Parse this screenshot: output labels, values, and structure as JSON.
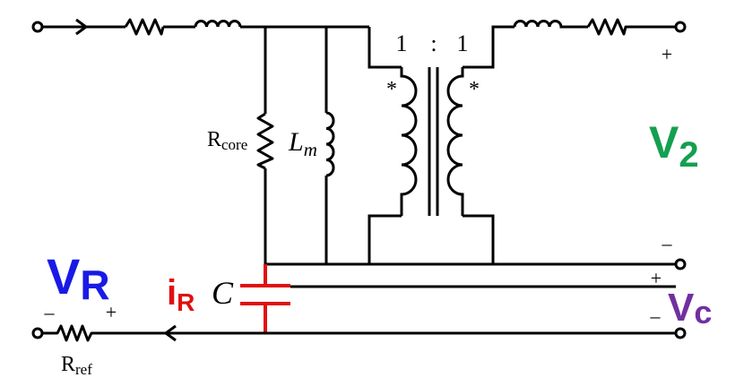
{
  "labels": {
    "ratio_left": "1",
    "ratio_colon": ":",
    "ratio_right": "1",
    "dot_primary": "*",
    "dot_secondary": "*",
    "r_core_main": "R",
    "r_core_sub": "core",
    "l_m_main": "L",
    "l_m_sub": "m",
    "v2_main": "V",
    "v2_sub": "2",
    "v2_plus": "+",
    "v2_minus": "–",
    "vr_main": "V",
    "vr_sub": "R",
    "vr_minus": "–",
    "vr_plus": "+",
    "ir_main": "i",
    "ir_sub": "R",
    "cap_label": "C",
    "vc_main": "V",
    "vc_sub": "c",
    "vc_plus": "+",
    "vc_minus": "–",
    "r_ref_main": "R",
    "r_ref_sub": "ref"
  },
  "colors": {
    "wire": "#000000",
    "v2": "#14a050",
    "vr": "#1a1ae6",
    "ir": "#e01010",
    "capacitor": "#e01010",
    "vc": "#7030a0"
  }
}
